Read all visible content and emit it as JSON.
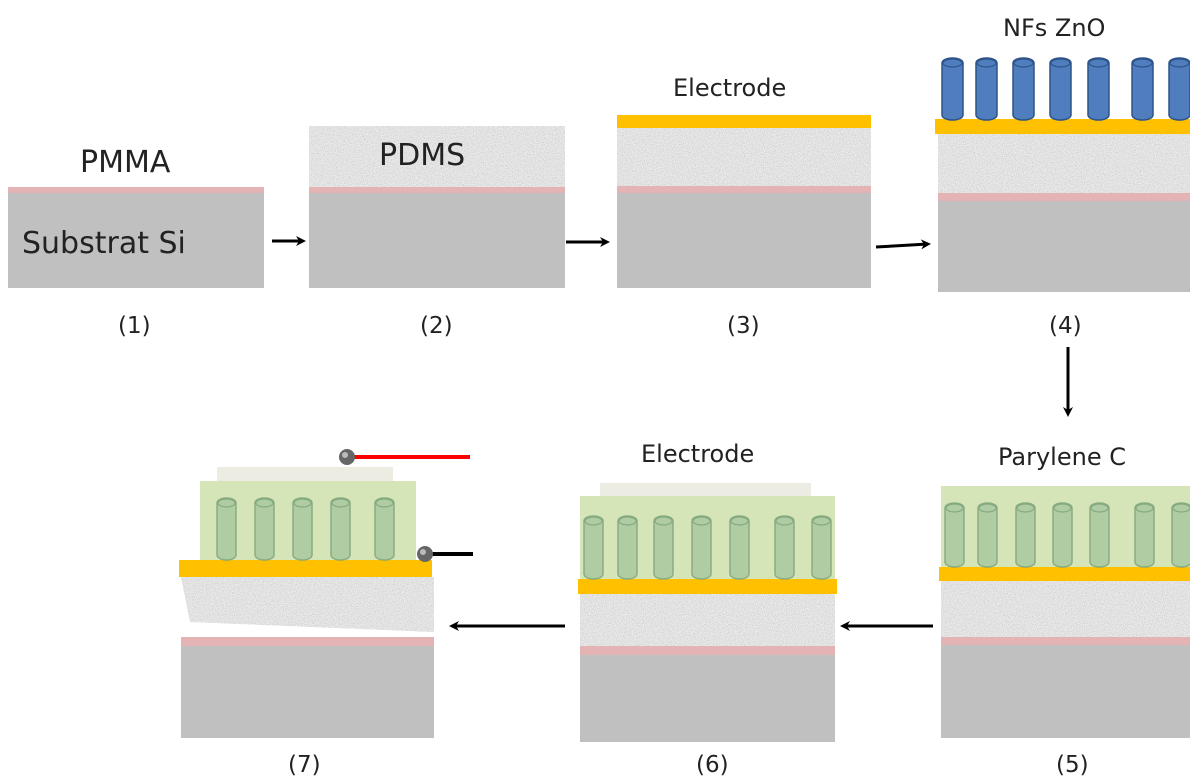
{
  "colors": {
    "silicon": "#c0c0c0",
    "pmma": "#e4b4b4",
    "pdms": "#ececec",
    "electrode": "#ffc000",
    "nanowire_fill": "#4f7dbd",
    "nanowire_stroke": "#2d5489",
    "parylene": "#d5e5b8",
    "nanowire_coated": "#a9c8a0",
    "top_film": "#ecece2",
    "wire_positive": "#ff0000",
    "wire_negative": "#000000",
    "arrow": "#000000"
  },
  "steps": [
    {
      "number": "(1)",
      "label_substrate": "Substrat Si",
      "label_layer": "PMMA"
    },
    {
      "number": "(2)",
      "label_layer": "PDMS"
    },
    {
      "number": "(3)",
      "label_layer": "Electrode"
    },
    {
      "number": "(4)",
      "label_layer": "NFs ZnO"
    },
    {
      "number": "(5)",
      "label_layer": "Parylene C"
    },
    {
      "number": "(6)",
      "label_layer": "Electrode"
    },
    {
      "number": "(7)"
    }
  ]
}
